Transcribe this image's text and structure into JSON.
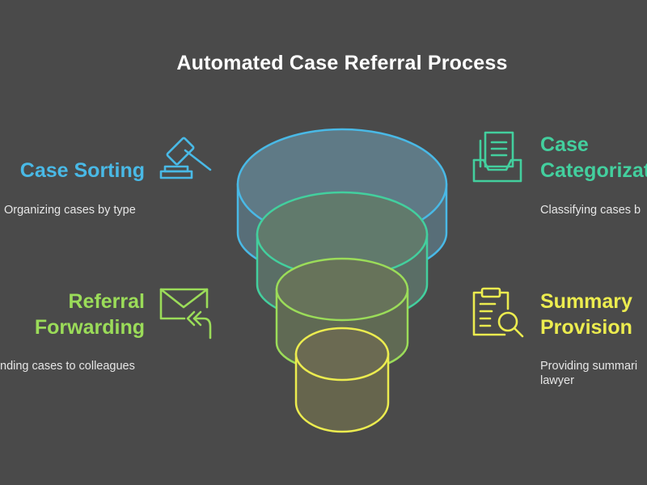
{
  "title": "Automated Case Referral Process",
  "stages": {
    "case_sorting": {
      "label": "Case Sorting",
      "description": "Organizing cases by type",
      "icon": "gavel-icon",
      "color": "#49b9e6"
    },
    "case_categorization": {
      "label_line1": "Case",
      "label_line2": "Categorizat",
      "description": "Classifying cases b",
      "icon": "inbox-tray-icon",
      "color": "#43cf9e"
    },
    "referral_forwarding": {
      "label_line1": "Referral",
      "label_line2": "Forwarding",
      "description": "nding cases to colleagues",
      "icon": "envelope-reply-icon",
      "color": "#9bdc59"
    },
    "summary_provision": {
      "label_line1": "Summary",
      "label_line2": "Provision",
      "description_line1": "Providing summari",
      "description_line2": "lawyer",
      "icon": "clipboard-search-icon",
      "color": "#ecec4f"
    }
  },
  "funnel_colors": [
    "#49b9e6",
    "#43cf9e",
    "#9bdc59",
    "#ecec4f"
  ]
}
